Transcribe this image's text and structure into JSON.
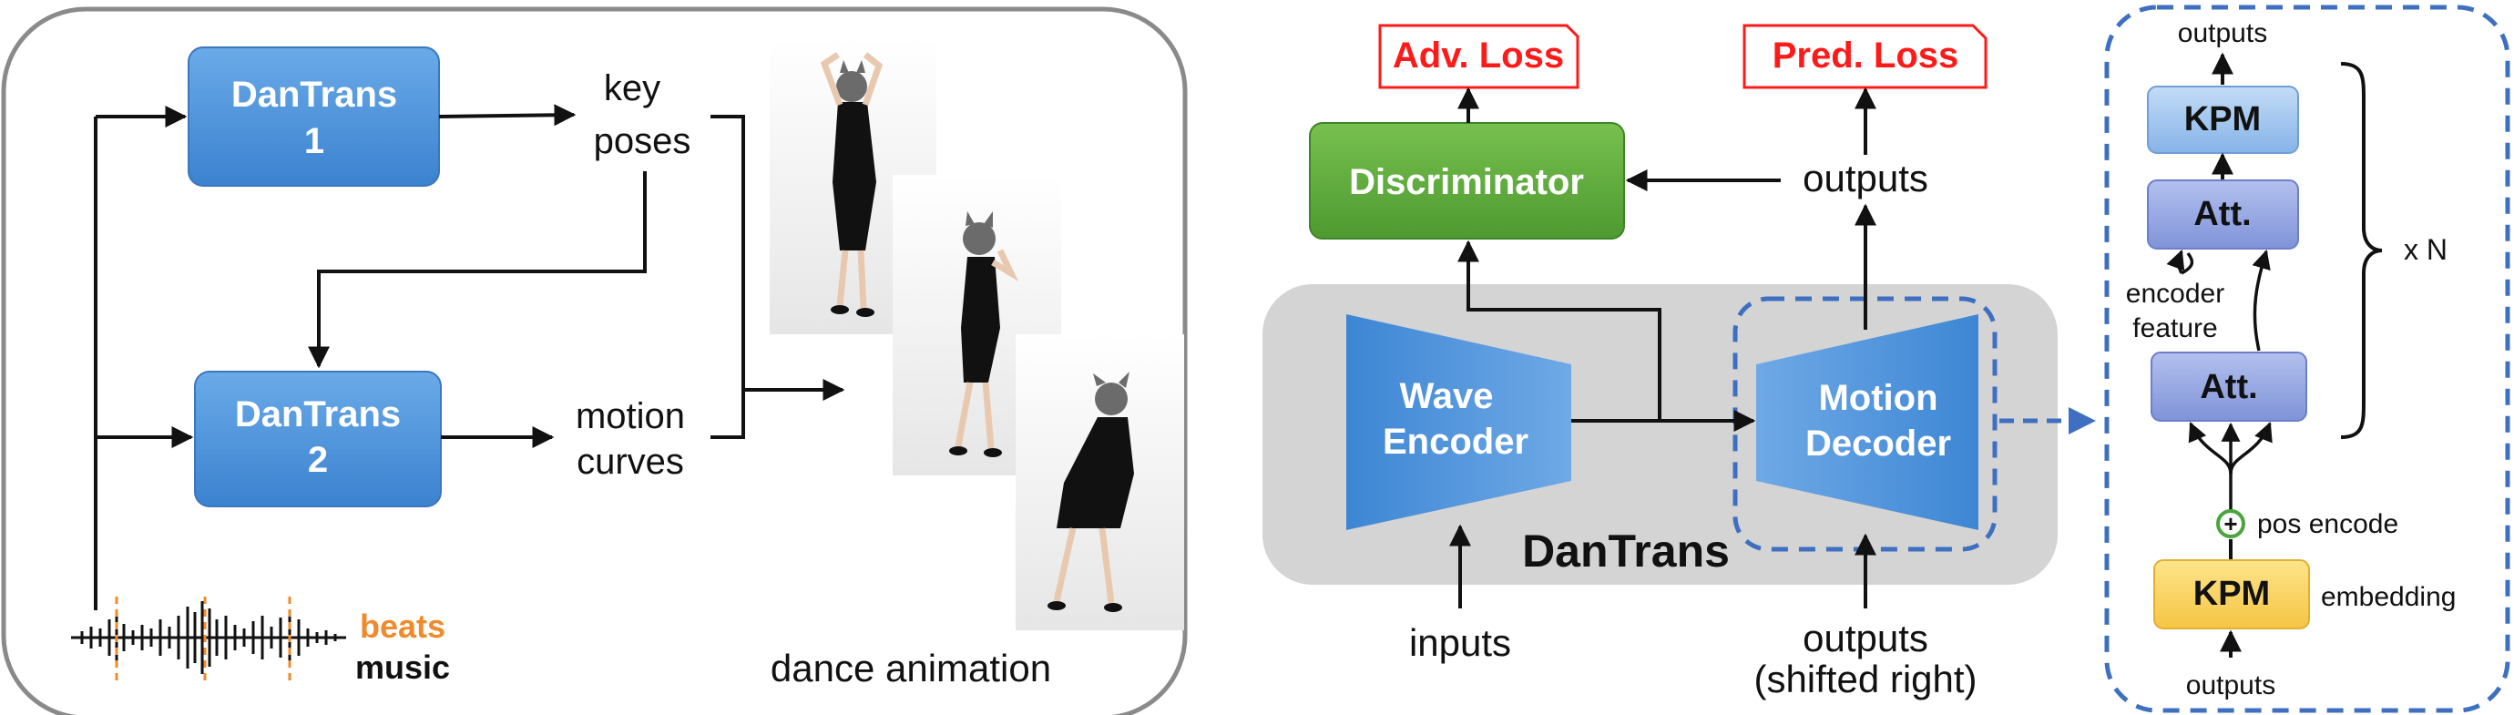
{
  "left_panel": {
    "dantrans1": {
      "line1": "DanTrans",
      "line2": "1"
    },
    "dantrans2": {
      "line1": "DanTrans",
      "line2": "2"
    },
    "key_poses": {
      "line1": "key",
      "line2": "poses"
    },
    "motion_curves": {
      "line1": "motion",
      "line2": "curves"
    },
    "beats": "beats",
    "music": "music",
    "dance_animation": "dance animation"
  },
  "middle_panel": {
    "adv_loss": "Adv. Loss",
    "pred_loss": "Pred. Loss",
    "discriminator": "Discriminator",
    "outputs_top": "outputs",
    "wave_encoder": {
      "line1": "Wave",
      "line2": "Encoder"
    },
    "motion_decoder": {
      "line1": "Motion",
      "line2": "Decoder"
    },
    "dantrans": "DanTrans",
    "inputs": "inputs",
    "outputs_bottom": {
      "line1": "outputs",
      "line2": "(shifted right)"
    }
  },
  "right_panel": {
    "outputs_top": "outputs",
    "kpm_top": "KPM",
    "att_top": "Att.",
    "encoder_feature": {
      "line1": "encoder",
      "line2": "feature"
    },
    "att_bottom": "Att.",
    "xn": "x N",
    "pos_encode": "pos encode",
    "kpm_bottom": "KPM",
    "embedding": "embedding",
    "outputs_bottom": "outputs"
  },
  "colors": {
    "blue_box": "#4a90d9",
    "green_box": "#5aa53a",
    "purple_box": "#8ea0de",
    "light_blue_box": "#9dc3ee",
    "yellow_box": "#f8d060",
    "red_text": "#ff1a1a",
    "gray_panel": "#d4d4d4",
    "dashed_blue": "#3e6fc0"
  }
}
